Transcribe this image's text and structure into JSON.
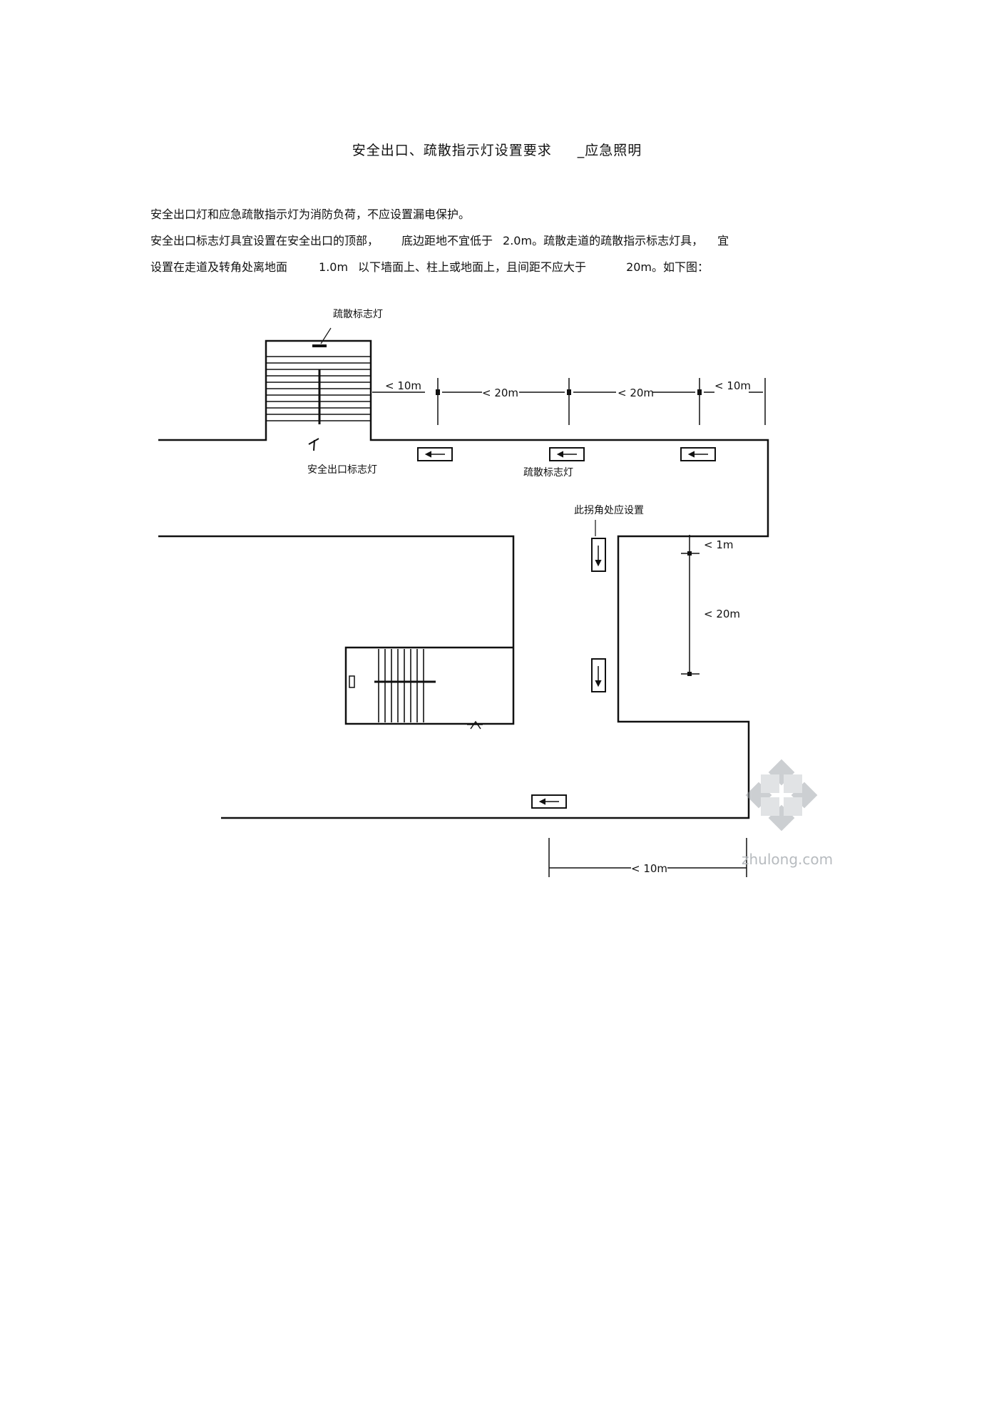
{
  "document": {
    "title_main": "安全出口、疏散指示灯设置要求",
    "title_sub": "_应急照明",
    "para1": "安全出口灯和应急疏散指示灯为消防负荷，不应设置漏电保护。",
    "para2": {
      "a": "安全出口标志灯具宜设置在安全出口的顶部，",
      "b": "底边距地不宜低于",
      "c": "2.0m",
      "d": "。疏散走道的疏散指示标志灯具，",
      "e": "宜"
    },
    "para3": {
      "a": "设置在走道及转角处离地面",
      "b": "1.0m",
      "c": "以下墙面上、柱上或地面上，且间距不应大于",
      "d": "20m",
      "e": "。如下图："
    }
  },
  "diagram": {
    "labels": {
      "evac_sign_top": "疏散标志灯",
      "exit_sign": "安全出口标志灯",
      "evac_sign_mid": "疏散标志灯",
      "corner_note": "此拐角处应设置"
    },
    "dimensions": {
      "d1": "< 10m",
      "d2": "< 20m",
      "d3": "< 20m",
      "d4": "< 10m",
      "v1": "< 1m",
      "v2": "< 20m",
      "bottom": "< 10m"
    },
    "watermark": "zhulong.com"
  }
}
